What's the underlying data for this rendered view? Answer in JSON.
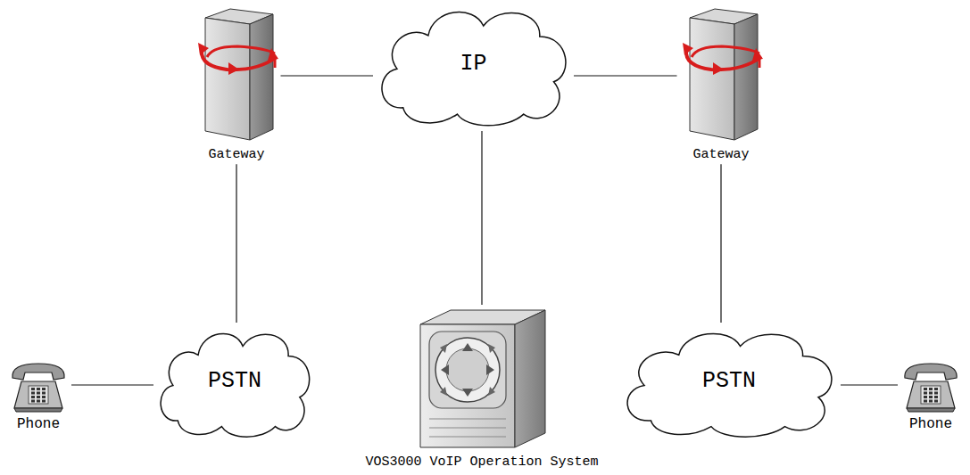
{
  "diagram": {
    "nodes": [
      {
        "text": [
          "Gateway"
        ]
      },
      {
        "text": [
          "IP"
        ]
      },
      {
        "text": [
          "Gateway"
        ]
      },
      {
        "text": [
          "Phone"
        ]
      },
      {
        "text": [
          "PSTN"
        ]
      },
      {
        "text": [
          "VOS3000 VoIP Operation System"
        ]
      },
      {
        "text": [
          "PSTN"
        ]
      },
      {
        "text": [
          "Phone"
        ]
      }
    ],
    "edges": [
      {
        "from": 0,
        "to": 1,
        "arrow": "none"
      },
      {
        "from": 1,
        "to": 2,
        "arrow": "none"
      },
      {
        "from": 1,
        "to": 5,
        "arrow": "none"
      },
      {
        "from": 0,
        "to": 4,
        "arrow": "none"
      },
      {
        "from": 2,
        "to": 6,
        "arrow": "none"
      },
      {
        "from": 3,
        "to": 4,
        "arrow": "none"
      },
      {
        "from": 6,
        "to": 7,
        "arrow": "none"
      }
    ]
  }
}
